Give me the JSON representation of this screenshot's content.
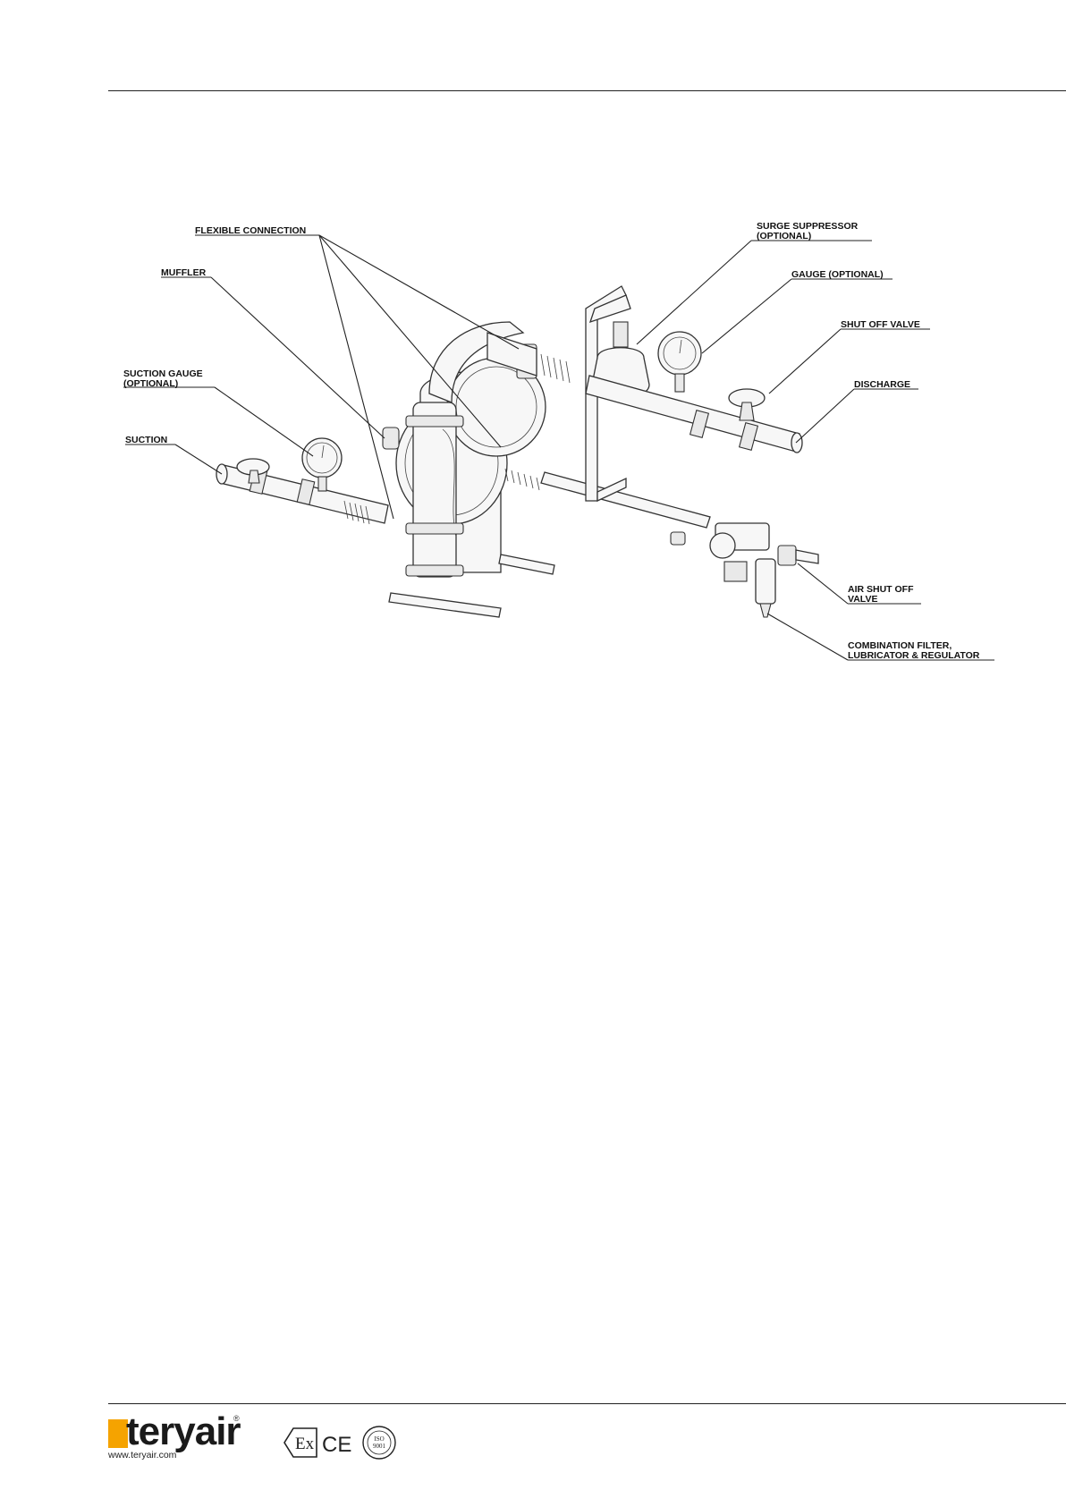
{
  "callouts": {
    "flexible_connection": "FLEXIBLE CONNECTION",
    "muffler": "MUFFLER",
    "suction_gauge_line1": "SUCTION GAUGE",
    "suction_gauge_line2": "(OPTIONAL)",
    "suction": "SUCTION",
    "surge_suppressor_line1": "SURGE SUPPRESSOR",
    "surge_suppressor_line2": "(OPTIONAL)",
    "gauge": "GAUGE (OPTIONAL)",
    "shut_off_valve": "SHUT OFF VALVE",
    "discharge": "DISCHARGE",
    "air_shut_off_line1": "AIR SHUT OFF",
    "air_shut_off_line2": "VALVE",
    "filter_line1": "COMBINATION FILTER,",
    "filter_line2": "LUBRICATOR & REGULATOR"
  },
  "footer": {
    "brand": "teryair",
    "registered_mark": "®",
    "url": "www.teryair.com",
    "cert_logos": [
      "Ex mark",
      "CE mark",
      "ISO 9001 seal"
    ]
  },
  "colors": {
    "brand_orange": "#f5a300",
    "line": "#222222"
  }
}
